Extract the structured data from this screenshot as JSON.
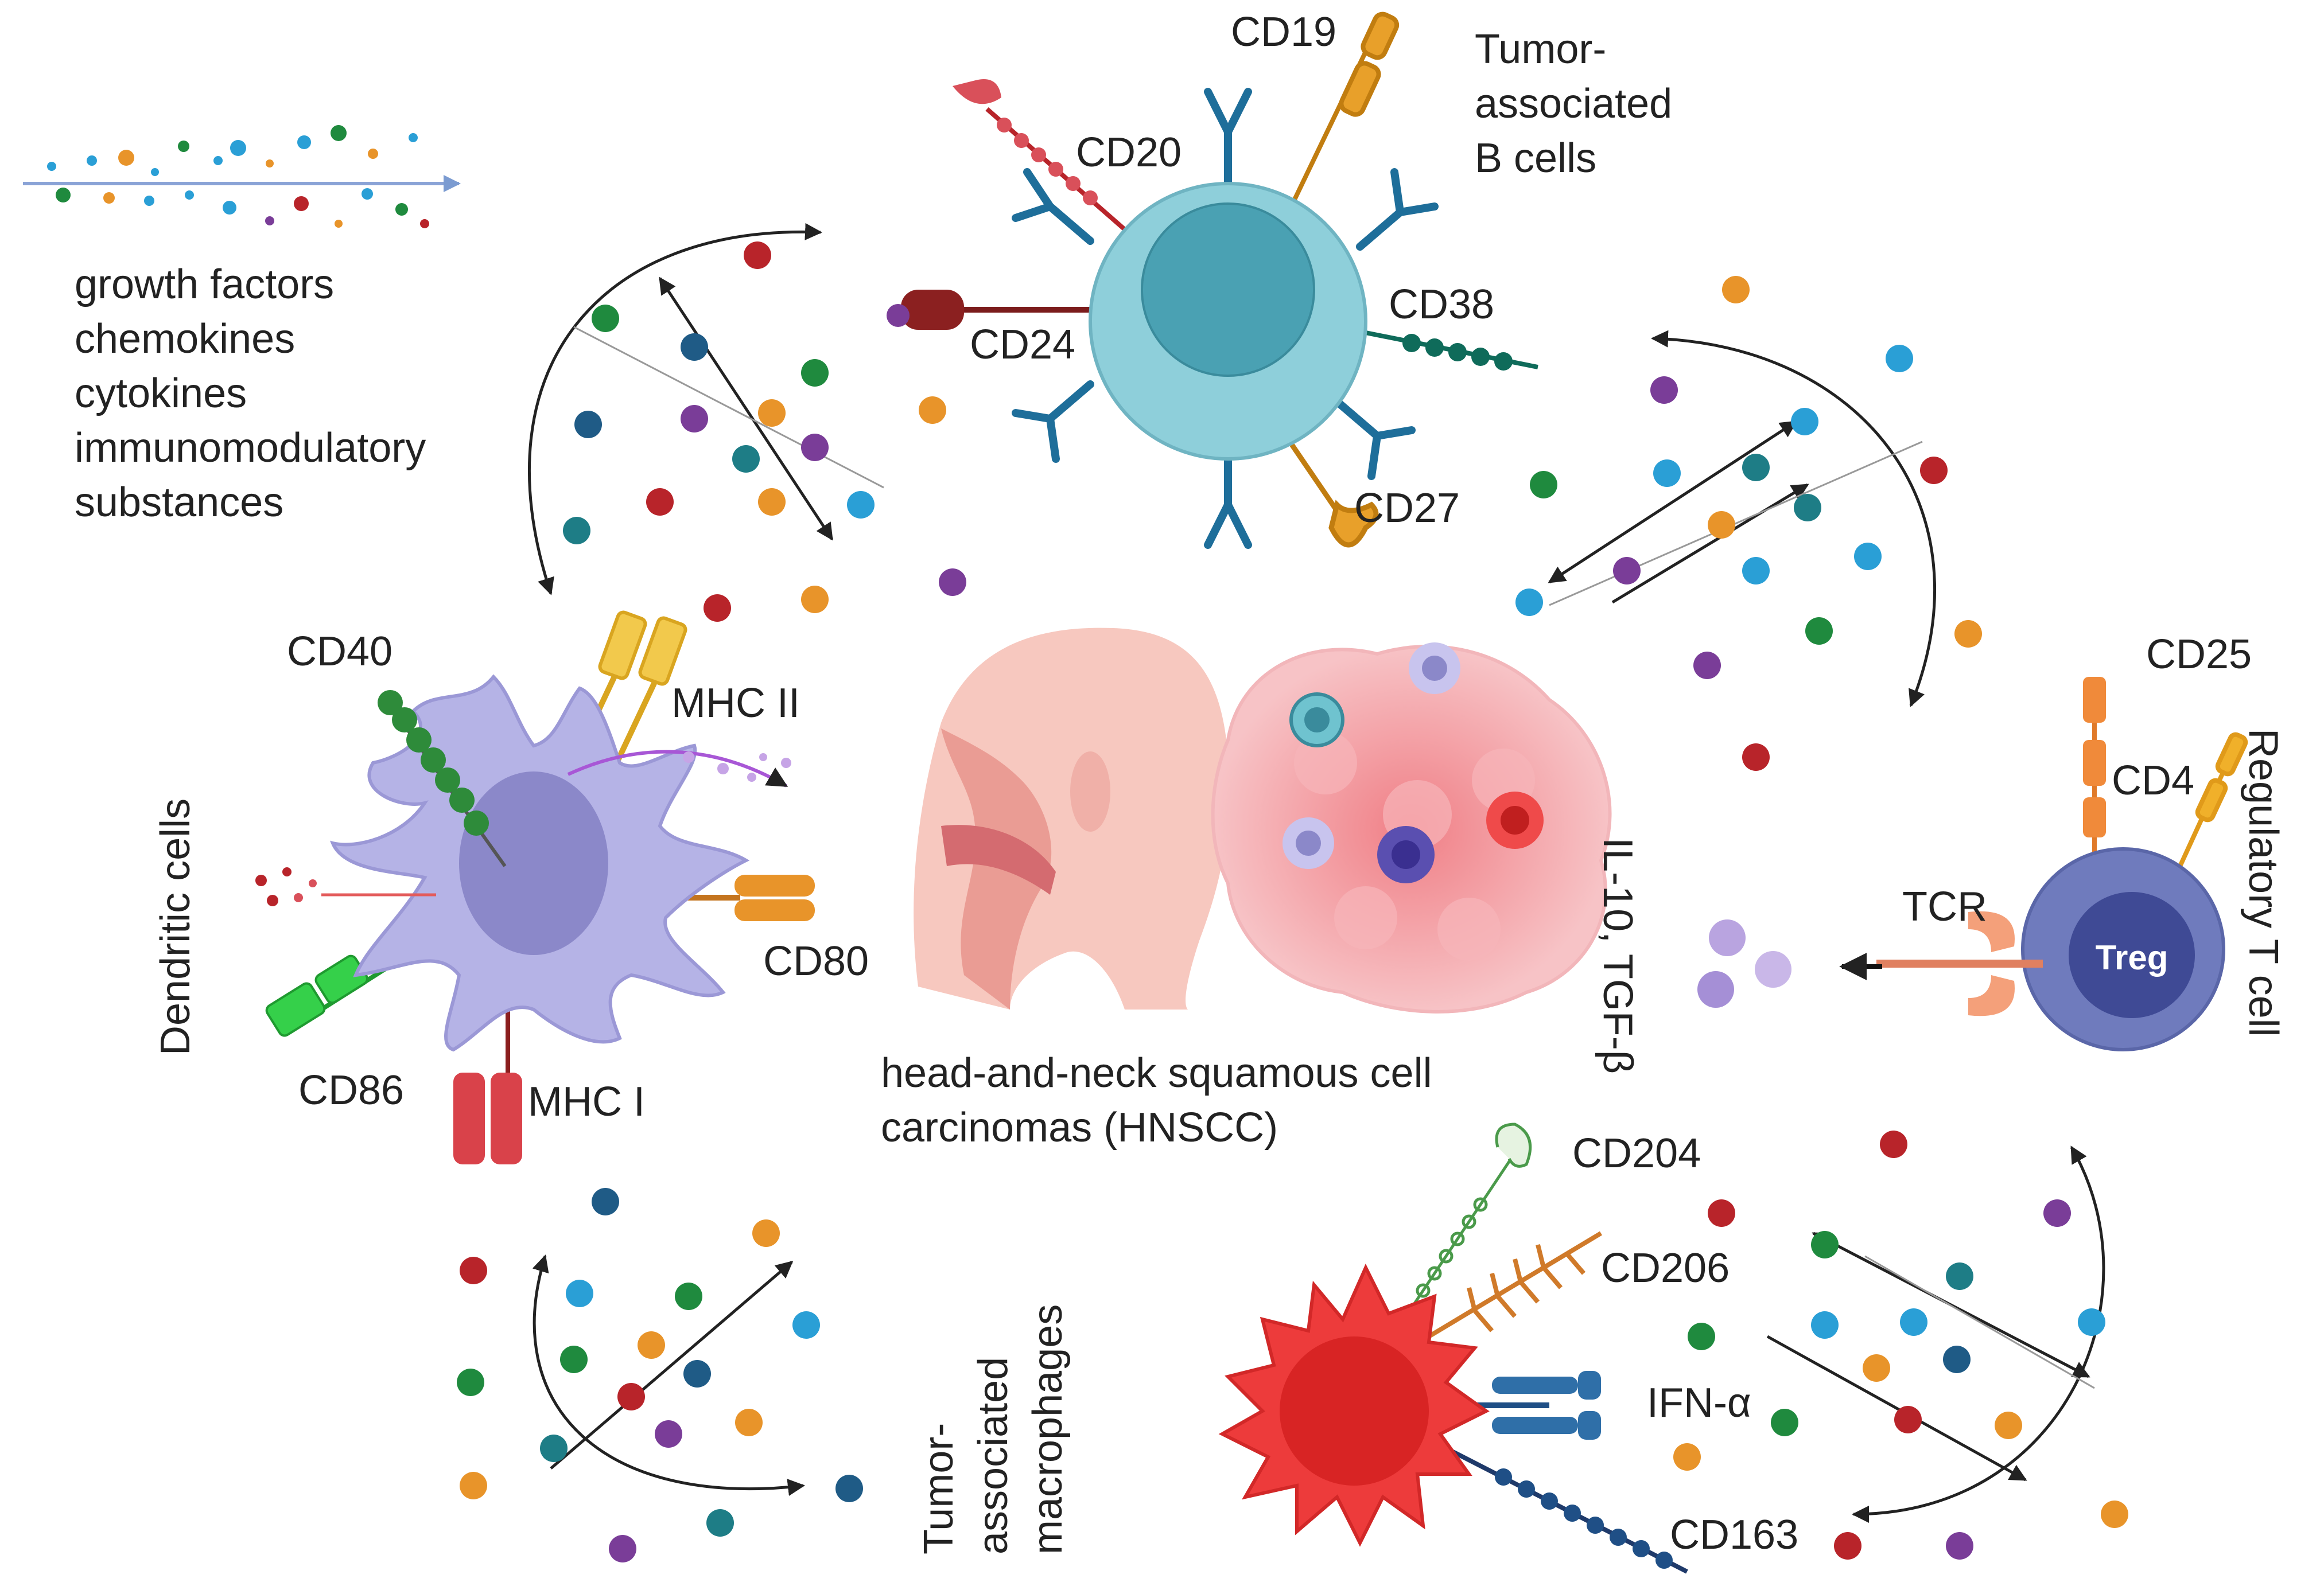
{
  "legend": {
    "lines": [
      "growth factors",
      "chemokines",
      "cytokines",
      "immunomodulatory",
      "substances"
    ]
  },
  "b_cells": {
    "title_lines": [
      "Tumor-",
      "associated",
      "B cells"
    ],
    "markers": {
      "cd19": "CD19",
      "cd20": "CD20",
      "cd24": "CD24",
      "cd38": "CD38",
      "cd27": "CD27"
    }
  },
  "dendritic": {
    "title": "Dendritic cells",
    "markers": {
      "cd40": "CD40",
      "mhc2": "MHC II",
      "cd80": "CD80",
      "cd86": "CD86",
      "mhc1": "MHC I"
    }
  },
  "center": {
    "title_lines": [
      "head-and-neck squamous cell",
      "carcinomas (HNSCC)"
    ]
  },
  "treg": {
    "title": "Regulatory T cell",
    "cell_label": "Treg",
    "markers": {
      "cd25": "CD25",
      "cd4": "CD4",
      "tcr": "TCR"
    },
    "secreted": "IL-10, TGF-β"
  },
  "macrophages": {
    "title_lines": [
      "Tumor-",
      "associated",
      "macrophages"
    ],
    "markers": {
      "cd204": "CD204",
      "cd206": "CD206",
      "ifn": "IFN-α",
      "cd163": "CD163"
    }
  },
  "colors": {
    "teal": "#1e7d86",
    "blue": "#2a9fd6",
    "orange": "#e8942a",
    "green": "#1f8a3e",
    "purple": "#7a3d98",
    "red": "#b8242a",
    "navy": "#1f5b86",
    "bcell": "#8ecfda",
    "dc": "#b5b3e6",
    "treg": "#6f7bbd",
    "macrophage": "#e83a3a",
    "tumor": "#f2a3a8"
  }
}
